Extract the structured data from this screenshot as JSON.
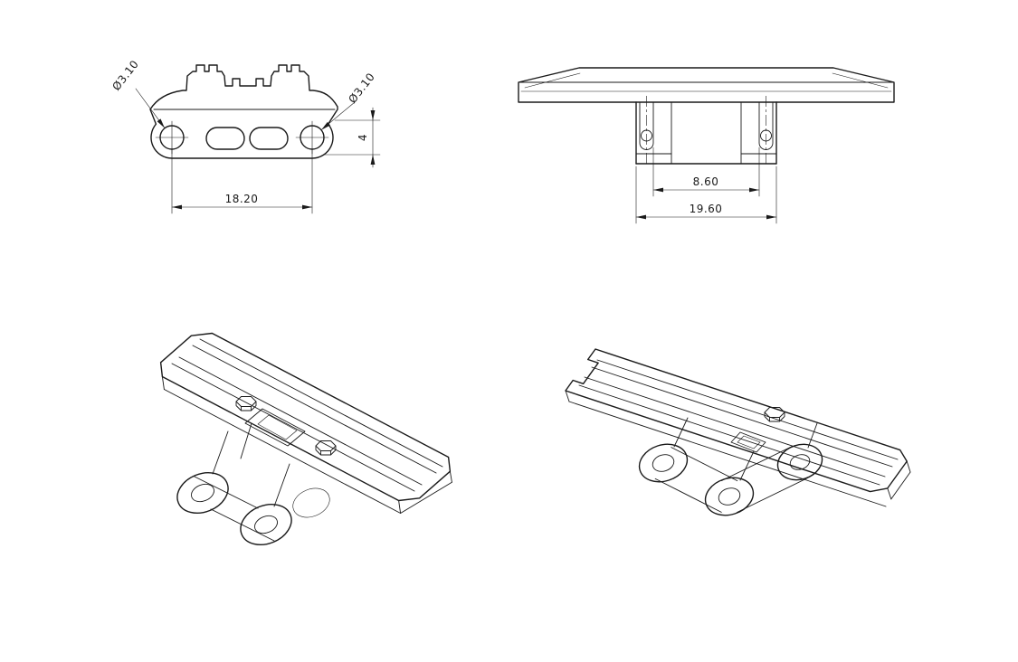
{
  "colors": {
    "line": "#1a1a1a",
    "background": "#ffffff"
  },
  "views": {
    "front": {
      "dims": {
        "hole_left": "Ø3.10",
        "hole_right": "Ø3.10",
        "pitch": "18.20",
        "height": "4"
      }
    },
    "end": {
      "dims": {
        "inner_width": "8.60",
        "overall_width": "19.60"
      }
    }
  }
}
